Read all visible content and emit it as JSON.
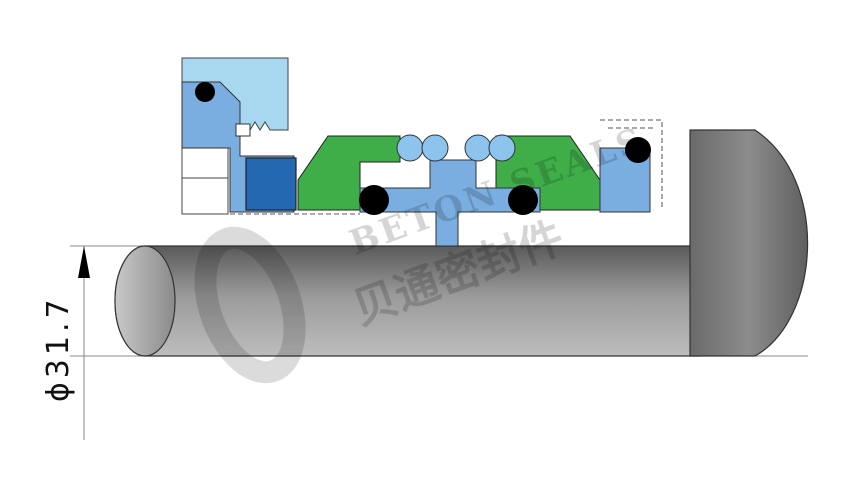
{
  "dimension": {
    "label": "ϕ31.7"
  },
  "watermark": {
    "latin": "BETON SEALS",
    "cjk": "贝通密封件"
  },
  "colors": {
    "shaft_dark": "#6b6b6b",
    "shaft_light": "#b5b5b5",
    "seat_light_blue": "#a8d8f0",
    "ring_blue": "#7aaee0",
    "ring_dark_blue": "#2468b2",
    "rotary_green": "#3fae49",
    "spring_blue": "#8cc4ee",
    "oring_black": "#000000"
  },
  "parts": [
    "shaft",
    "shaft-shoulder",
    "gland-seat",
    "stationary-ring",
    "carbon-face",
    "rotary-ring-left",
    "rotary-ring-right",
    "spring-sleeve",
    "springs",
    "o-rings",
    "retainer"
  ]
}
